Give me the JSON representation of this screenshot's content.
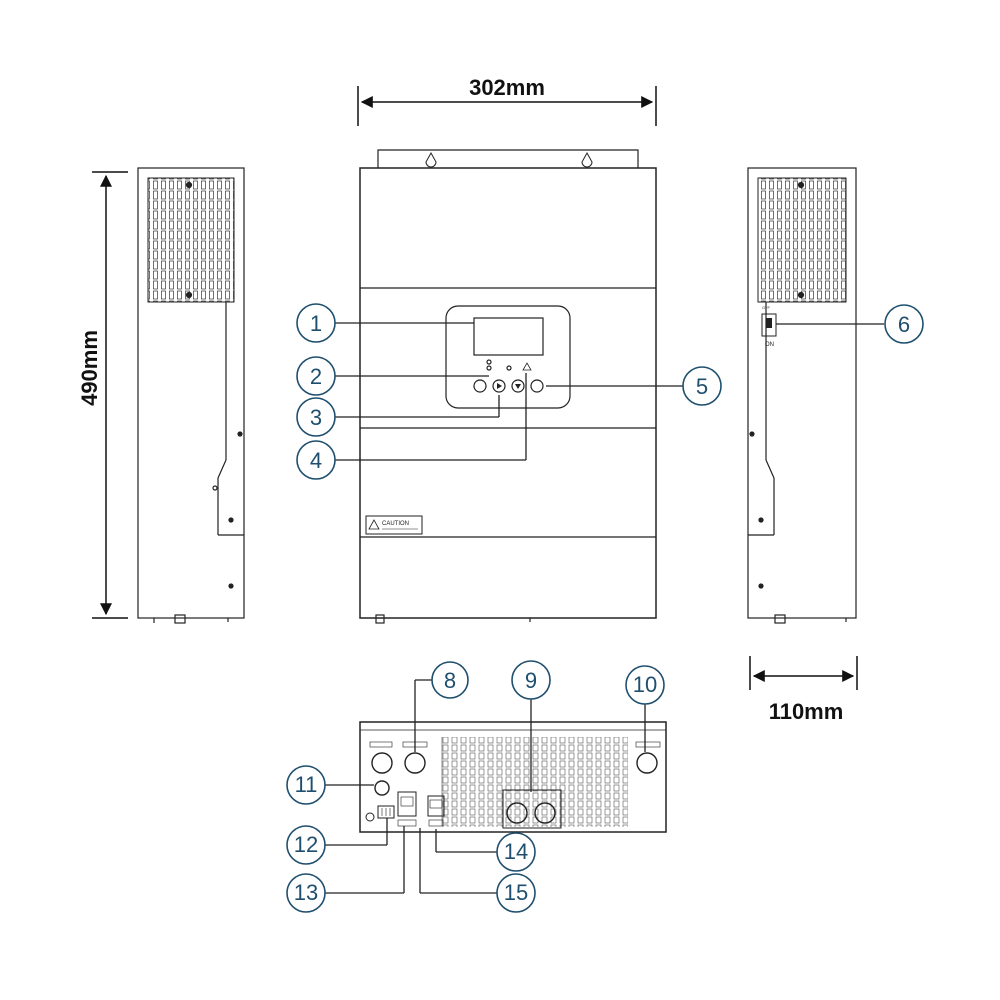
{
  "dimensions": {
    "width": "302mm",
    "height": "490mm",
    "depth": "110mm"
  },
  "callouts": [
    "1",
    "2",
    "3",
    "4",
    "5",
    "6",
    "8",
    "9",
    "10",
    "11",
    "12",
    "13",
    "14",
    "15"
  ],
  "labels": {
    "caution": "CAUTION",
    "on": "ON",
    "off": "OFF"
  },
  "colors": {
    "line": "#222222",
    "callout": "#1f4f6e",
    "callout_fill": "#ffffff"
  }
}
